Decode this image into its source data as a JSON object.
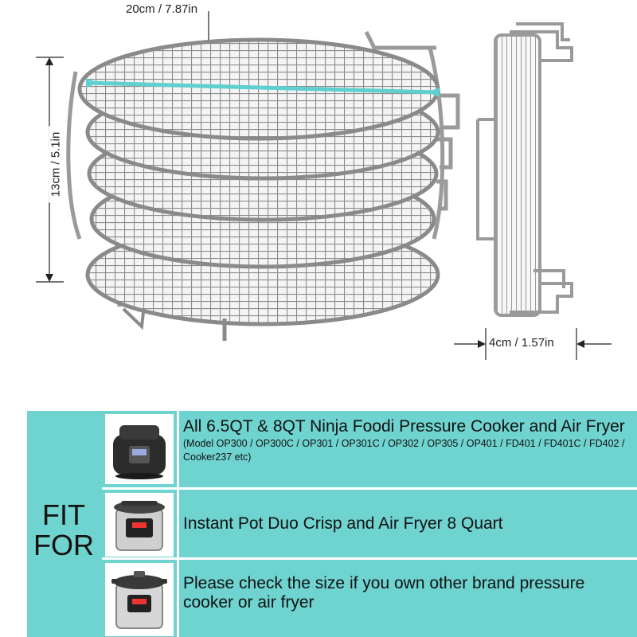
{
  "dimensions": {
    "width": "20cm / 7.87in",
    "height": "13cm / 5.1in",
    "depth": "4cm / 1.57in"
  },
  "fit": {
    "label_line1": "FIT",
    "label_line2": "FOR",
    "rows": [
      {
        "icon": "ninja-foodi-cooker-icon",
        "main": "All 6.5QT & 8QT Ninja Foodi Pressure Cooker and Air Fryer",
        "detail": "(Model OP300 / OP300C / OP301 / OP301C / OP302 / OP305 / OP401 / FD401 / FD401C / FD402 / Cooker237 etc)"
      },
      {
        "icon": "instant-pot-icon",
        "main": "Instant Pot Duo Crisp and Air Fryer 8 Quart"
      },
      {
        "icon": "pressure-cooker-icon",
        "main": "Please check the size if you own other brand pressure cooker or air fryer"
      }
    ]
  },
  "colors": {
    "band": "#6fd3cf",
    "measure_line": "#5fcfd0",
    "steel": "#9a9a9a"
  }
}
